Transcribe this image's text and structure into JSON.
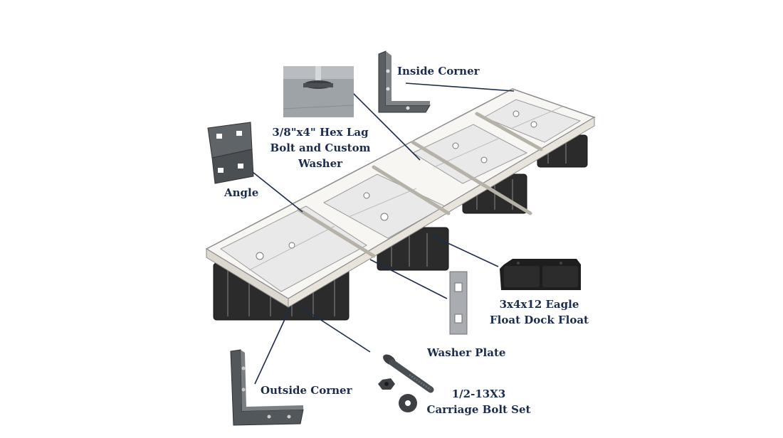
{
  "labels": {
    "inside_corner": "Inside Corner",
    "hex_lag_line1": "3/8\"x4\" Hex Lag",
    "hex_lag_line2": "Bolt and Custom",
    "hex_lag_line3": "Washer",
    "angle": "Angle",
    "eagle_float_line1": "3x4x12 Eagle",
    "eagle_float_line2": "Float Dock Float",
    "washer_plate": "Washer Plate",
    "outside_corner": "Outside Corner",
    "carriage_bolt_line1": "1/2-13X3",
    "carriage_bolt_line2": "Carriage Bolt Set"
  },
  "icons": {
    "dock_frame": "dock-frame-icon",
    "hex_lag_bolt_photo": "hex-lag-bolt-photo",
    "inside_corner_bracket": "inside-corner-bracket-icon",
    "angle_bracket": "angle-bracket-icon",
    "dock_float": "dock-float-icon",
    "washer_plate": "washer-plate-icon",
    "outside_corner_bracket": "outside-corner-bracket-icon",
    "carriage_bolt_set": "carriage-bolt-set-icon"
  },
  "colors": {
    "label_text": "#1c2c4c",
    "leader_line": "#1c2c4c",
    "metal": "#6f7478",
    "metal_dark": "#3f4448",
    "float_black": "#1e1e1e",
    "frame_wood": "#f2efe8"
  }
}
